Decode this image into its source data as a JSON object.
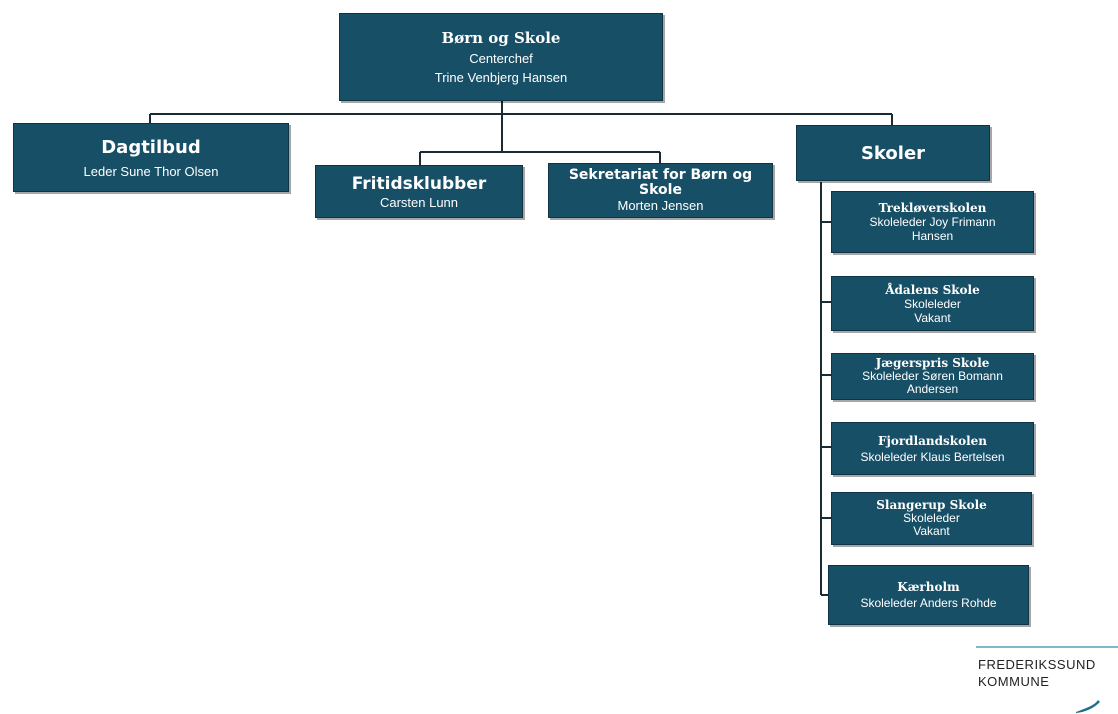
{
  "root": {
    "title": "Børn og Skole",
    "role": "Centerchef",
    "name": "Trine Venbjerg Hansen"
  },
  "dagtilbud": {
    "title": "Dagtilbud",
    "leader": "Leder Sune Thor Olsen"
  },
  "fritidsklubber": {
    "title": "Fritidsklubber",
    "leader": "Carsten Lunn"
  },
  "sekretariat": {
    "title": "Sekretariat for Børn og\nSkole",
    "leader": "Morten Jensen"
  },
  "skoler": {
    "title": "Skoler",
    "schools": [
      {
        "name": "Trekløverskolen",
        "line1": "Skoleleder  Joy Frimann",
        "line2": "Hansen"
      },
      {
        "name": "Ådalens Skole",
        "line1": "Skoleleder",
        "line2": "Vakant"
      },
      {
        "name": "Jægerspris Skole",
        "line1": "Skoleleder  Søren Bomann",
        "line2": "Andersen"
      },
      {
        "name": "Fjordlandskolen",
        "line1": "Skoleleder  Klaus Bertelsen",
        "line2": ""
      },
      {
        "name": "Slangerup Skole",
        "line1": "Skoleleder",
        "line2": "Vakant"
      },
      {
        "name": "Kærholm",
        "line1": "Skoleleder  Anders Rohde",
        "line2": ""
      }
    ]
  },
  "logo": {
    "line1": "FREDERIKSSUND",
    "line2": "KOMMUNE"
  },
  "colors": {
    "box": "#174f66",
    "line": "#1b2a33",
    "logo_rule": "#7fb8c9"
  }
}
